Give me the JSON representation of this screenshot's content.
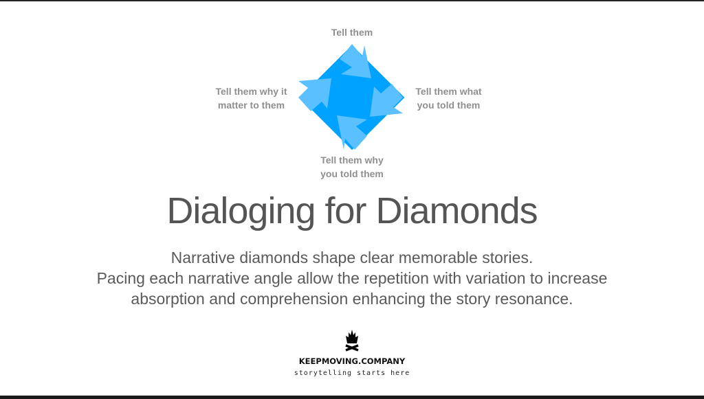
{
  "diagram": {
    "labels": {
      "top": "Tell them",
      "right": [
        "Tell them what",
        "you told them"
      ],
      "bottom": [
        "Tell them why",
        "you told them"
      ],
      "left": [
        "Tell them why it",
        "matter to them"
      ]
    },
    "colors": {
      "diamond": "#00a2ff",
      "arrows": "#5bc0ff",
      "label": "#8f8f8f"
    }
  },
  "title": "Dialoging for Diamonds",
  "subtitle": [
    "Narrative diamonds shape clear memorable stories.",
    "Pacing each narrative angle allow the repetition with variation to increase",
    "absorption and comprehension enhancing the story resonance."
  ],
  "logo": {
    "brand": "KEEPMOVING.COMPANY",
    "tagline": "storytelling starts here",
    "icon": "campfire-icon"
  }
}
